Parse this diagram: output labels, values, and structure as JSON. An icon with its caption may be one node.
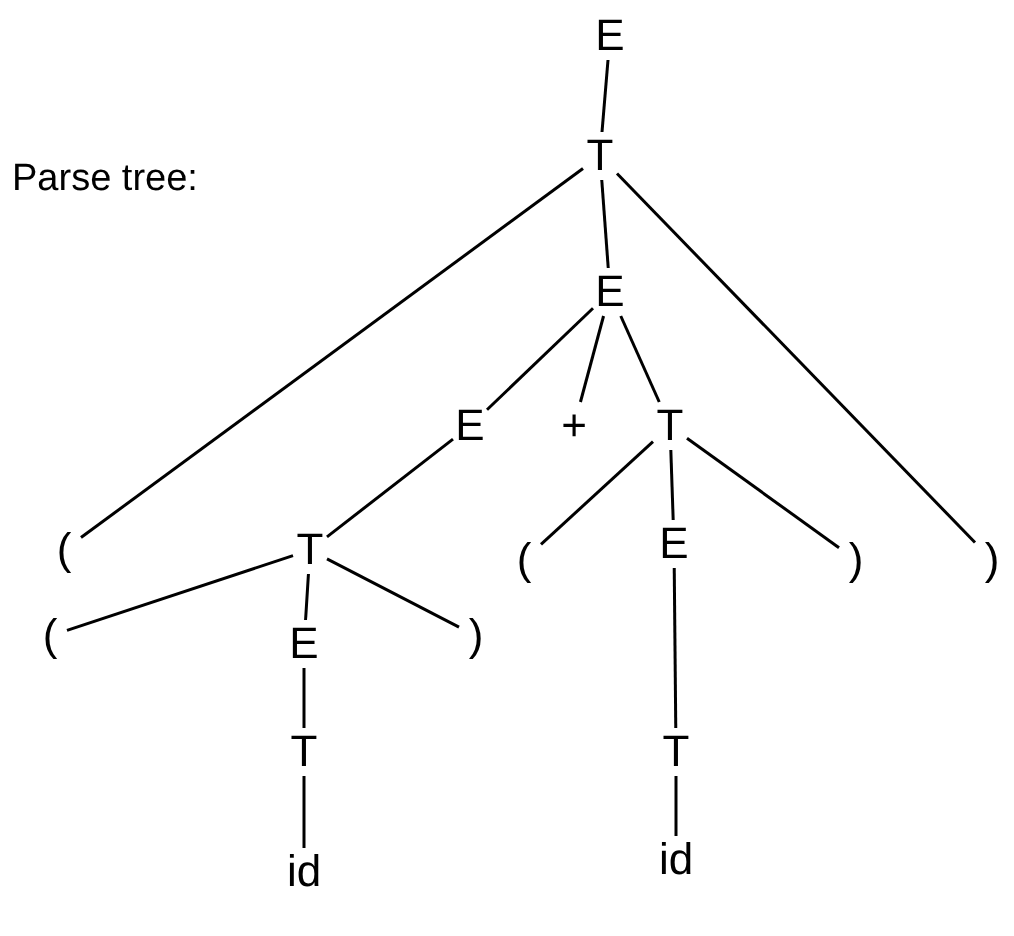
{
  "diagram": {
    "nodes": [
      {
        "text": [
          "E"
        ]
      },
      {
        "text": [
          "T"
        ]
      },
      {
        "text": [
          "E"
        ]
      },
      {
        "text": [
          "E"
        ]
      },
      {
        "text": [
          "+"
        ]
      },
      {
        "text": [
          "T"
        ]
      },
      {
        "text": [
          "("
        ]
      },
      {
        "text": [
          "T"
        ]
      },
      {
        "text": [
          "("
        ]
      },
      {
        "text": [
          "E"
        ]
      },
      {
        "text": [
          ")"
        ]
      },
      {
        "text": [
          ")"
        ]
      },
      {
        "text": [
          "("
        ]
      },
      {
        "text": [
          "E"
        ]
      },
      {
        "text": [
          ")"
        ]
      },
      {
        "text": [
          "T"
        ]
      },
      {
        "text": [
          "T"
        ]
      },
      {
        "text": [
          "id"
        ]
      },
      {
        "text": [
          "id"
        ]
      }
    ],
    "edges": [
      {
        "from": 0,
        "to": 1,
        "arrow": "none"
      },
      {
        "from": 1,
        "to": 6,
        "arrow": "none"
      },
      {
        "from": 1,
        "to": 2,
        "arrow": "none"
      },
      {
        "from": 1,
        "to": 11,
        "arrow": "none"
      },
      {
        "from": 2,
        "to": 3,
        "arrow": "none"
      },
      {
        "from": 2,
        "to": 4,
        "arrow": "none"
      },
      {
        "from": 2,
        "to": 5,
        "arrow": "none"
      },
      {
        "from": 3,
        "to": 7,
        "arrow": "none"
      },
      {
        "from": 5,
        "to": 8,
        "arrow": "none"
      },
      {
        "from": 5,
        "to": 9,
        "arrow": "none"
      },
      {
        "from": 5,
        "to": 10,
        "arrow": "none"
      },
      {
        "from": 7,
        "to": 12,
        "arrow": "none"
      },
      {
        "from": 7,
        "to": 13,
        "arrow": "none"
      },
      {
        "from": 7,
        "to": 14,
        "arrow": "none"
      },
      {
        "from": 13,
        "to": 15,
        "arrow": "none"
      },
      {
        "from": 9,
        "to": 16,
        "arrow": "none"
      },
      {
        "from": 15,
        "to": 17,
        "arrow": "none"
      },
      {
        "from": 16,
        "to": 18,
        "arrow": "none"
      }
    ],
    "labels": [
      "Parse tree:"
    ]
  }
}
